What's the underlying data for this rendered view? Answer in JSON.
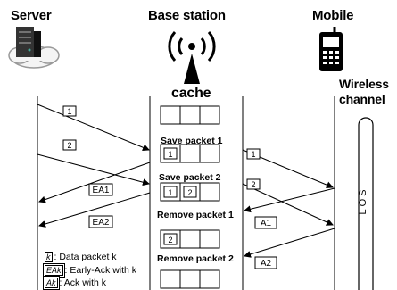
{
  "headers": {
    "server": "Server",
    "base_station": "Base station",
    "mobile": "Mobile",
    "cache": "cache",
    "wireless_channel_line1": "Wireless",
    "wireless_channel_line2": "channel",
    "los": "LOS"
  },
  "steps": {
    "save1": "Save packet 1",
    "save2": "Save packet 2",
    "remove1": "Remove packet 1",
    "remove2": "Remove packet 2"
  },
  "message_labels": {
    "p1_server": "1",
    "p2_server": "2",
    "p1_mobile": "1",
    "p2_mobile": "2",
    "ea1": "EA1",
    "ea2": "EA2",
    "a1": "A1",
    "a2": "A2"
  },
  "cache_states": [
    [
      "",
      "",
      ""
    ],
    [
      "1",
      "",
      ""
    ],
    [
      "1",
      "2",
      ""
    ],
    [
      "2",
      "",
      ""
    ],
    [
      "",
      "",
      ""
    ]
  ],
  "legend": [
    {
      "symbol": "k",
      "text": ": Data packet k"
    },
    {
      "symbol": "EAk",
      "text": ": Early-Ack with k"
    },
    {
      "symbol": "Ak",
      "text": ": Ack with k"
    }
  ]
}
